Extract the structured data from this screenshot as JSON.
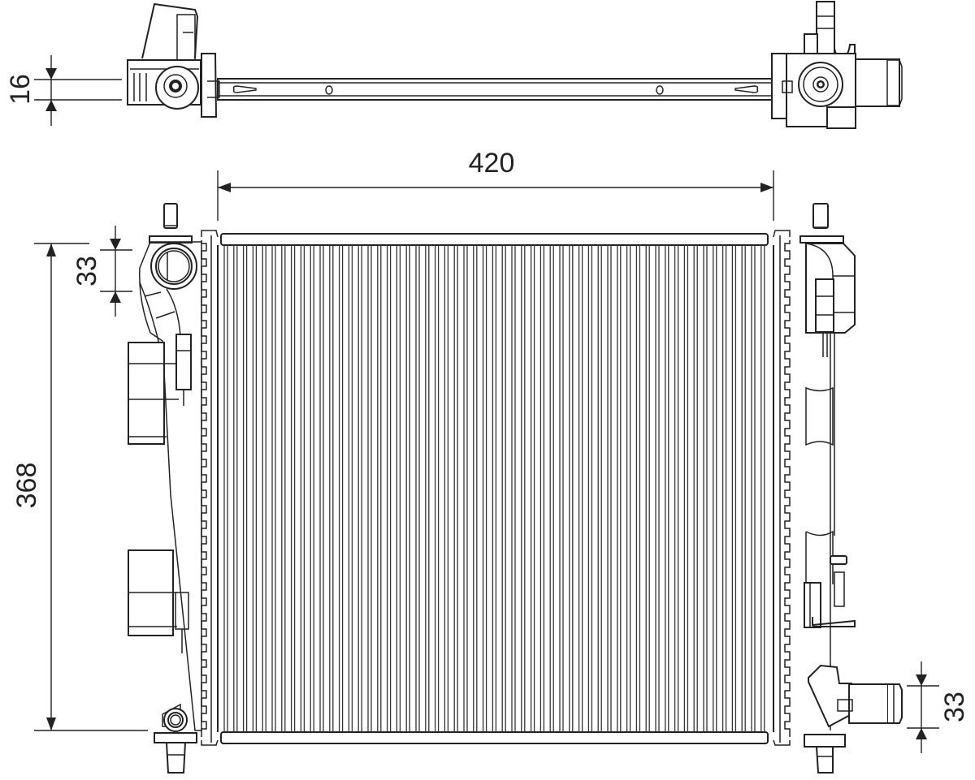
{
  "diagram": {
    "subject": "radiator",
    "views": [
      "top-view",
      "front-view"
    ],
    "line_color": "#222222",
    "background": "#ffffff",
    "dimensions": {
      "top_view_depth": "16",
      "core_width": "420",
      "core_height": "368",
      "inlet_diameter": "33",
      "outlet_diameter": "33"
    }
  }
}
